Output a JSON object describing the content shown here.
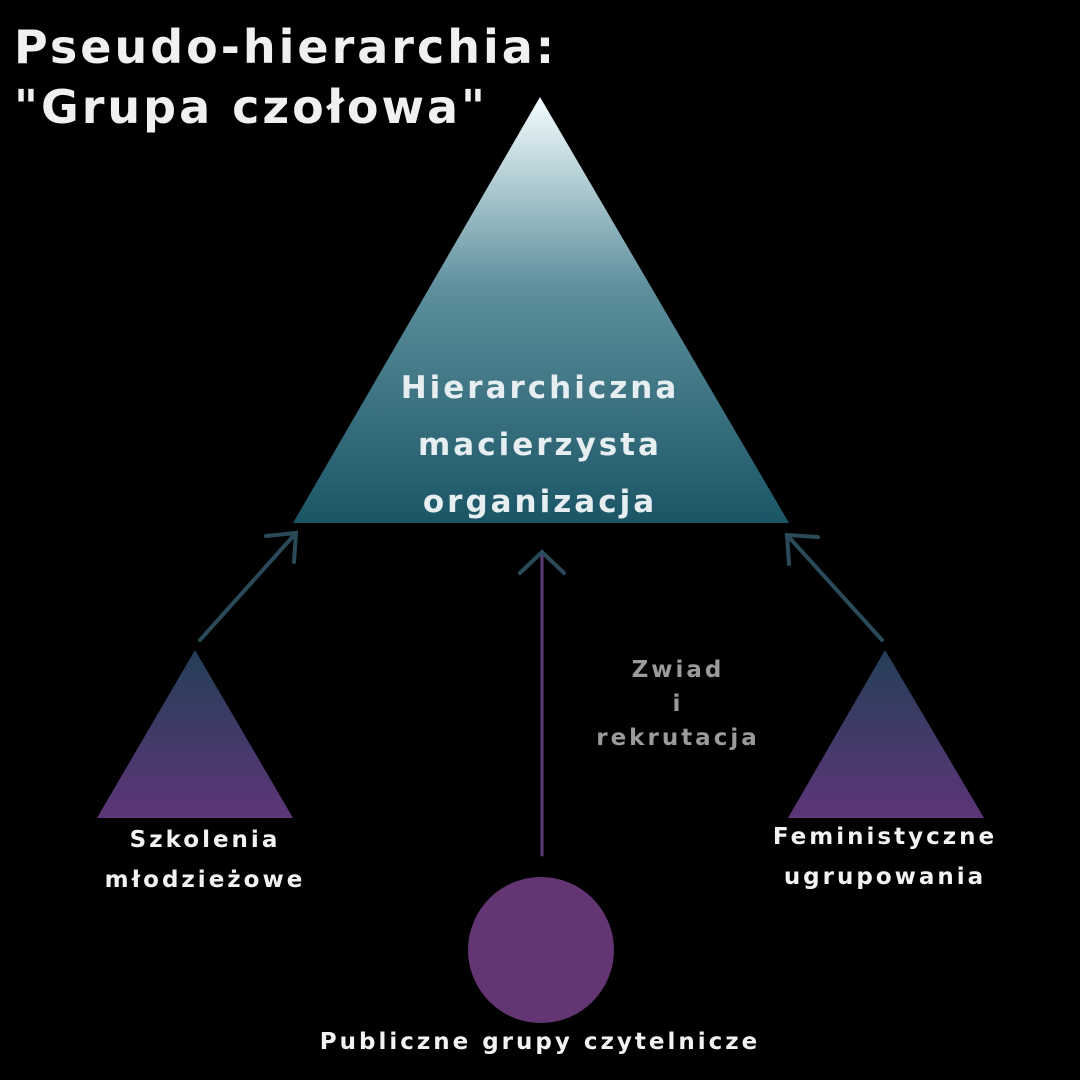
{
  "title": {
    "line1": "Pseudo-hierarchia:",
    "line2": "\"Grupa czołowa\""
  },
  "parent_org": {
    "lines": [
      "Hierarchiczna",
      "macierzysta",
      "organizacja"
    ]
  },
  "left_group": {
    "lines": [
      "Szkolenia",
      "młodzieżowe"
    ]
  },
  "right_group": {
    "lines": [
      "Feministyczne",
      "ugrupowania"
    ]
  },
  "bottom_group": {
    "label": "Publiczne grupy czytelnicze"
  },
  "arrow_label": {
    "lines": [
      "Zwiad",
      "i",
      "rekrutacja"
    ]
  },
  "colors": {
    "background": "#000000",
    "main_triangle_top": "#f4fdff",
    "main_triangle_bottom": "#1a5566",
    "small_triangle_top": "#243f58",
    "small_triangle_bottom": "#5d3578",
    "circle": "#633573",
    "arrow": "#2a4a5a",
    "center_arrow": "#5d3d78"
  }
}
